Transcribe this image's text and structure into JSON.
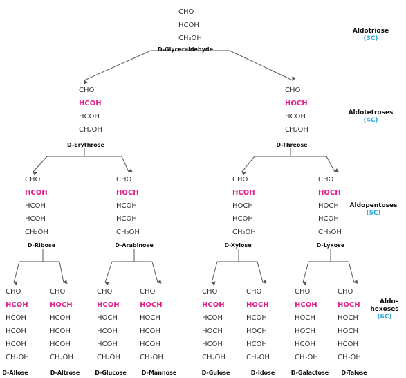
{
  "categories": [
    {
      "label": "Aldotriose",
      "count": "(3C)"
    },
    {
      "label": "Aldotetroses",
      "count": "(4C)"
    },
    {
      "label": "Aldopentoses",
      "count": "(5C)"
    },
    {
      "label": "Aldo-\nhexoses",
      "count": "(6C)"
    }
  ],
  "molecules": [
    {
      "name": "D-Glyceraldehyde",
      "lines": [
        "CHO",
        "HCOH",
        "CH₂OH"
      ]
    },
    {
      "name": "D-Erythrose",
      "lines": [
        "CHO",
        "HCOH",
        "HCOH",
        "CH₂OH"
      ]
    },
    {
      "name": "D-Threose",
      "lines": [
        "CHO",
        "HOCH",
        "HCOH",
        "CH₂OH"
      ]
    },
    {
      "name": "D-Ribose",
      "lines": [
        "CHO",
        "HCOH",
        "HCOH",
        "HCOH",
        "CH₂OH"
      ]
    },
    {
      "name": "D-Arabinose",
      "lines": [
        "CHO",
        "HOCH",
        "HCOH",
        "HCOH",
        "CH₂OH"
      ]
    },
    {
      "name": "D-Xylose",
      "lines": [
        "CHO",
        "HCOH",
        "HOCH",
        "HCOH",
        "CH₂OH"
      ]
    },
    {
      "name": "D-Lyxose",
      "lines": [
        "CHO",
        "HOCH",
        "HOCH",
        "HCOH",
        "CH₂OH"
      ]
    },
    {
      "name": "D-Allose",
      "lines": [
        "CHO",
        "HCOH",
        "HCOH",
        "HCOH",
        "HCOH",
        "CH₂OH"
      ]
    },
    {
      "name": "D-Altrose",
      "lines": [
        "CHO",
        "HOCH",
        "HCOH",
        "HCOH",
        "HCOH",
        "CH₂OH"
      ]
    },
    {
      "name": "D-Glucose",
      "lines": [
        "CHO",
        "HCOH",
        "HOCH",
        "HCOH",
        "HCOH",
        "CH₂OH"
      ]
    },
    {
      "name": "D-Mannose",
      "lines": [
        "CHO",
        "HOCH",
        "HOCH",
        "HCOH",
        "HCOH",
        "CH₂OH"
      ]
    },
    {
      "name": "D-Gulose",
      "lines": [
        "CHO",
        "HCOH",
        "HCOH",
        "HOCH",
        "HCOH",
        "CH₂OH"
      ]
    },
    {
      "name": "D-Idose",
      "lines": [
        "CHO",
        "HOCH",
        "HCOH",
        "HOCH",
        "HCOH",
        "CH₂OH"
      ]
    },
    {
      "name": "D-Galactose",
      "lines": [
        "CHO",
        "HCOH",
        "HOCH",
        "HOCH",
        "HCOH",
        "CH₂OH"
      ]
    },
    {
      "name": "D-Talose",
      "lines": [
        "CHO",
        "HOCH",
        "HOCH",
        "HOCH",
        "HCOH",
        "CH₂OH"
      ]
    }
  ],
  "colors": {
    "highlight": "#e0218a",
    "count": "#29a8e0"
  }
}
